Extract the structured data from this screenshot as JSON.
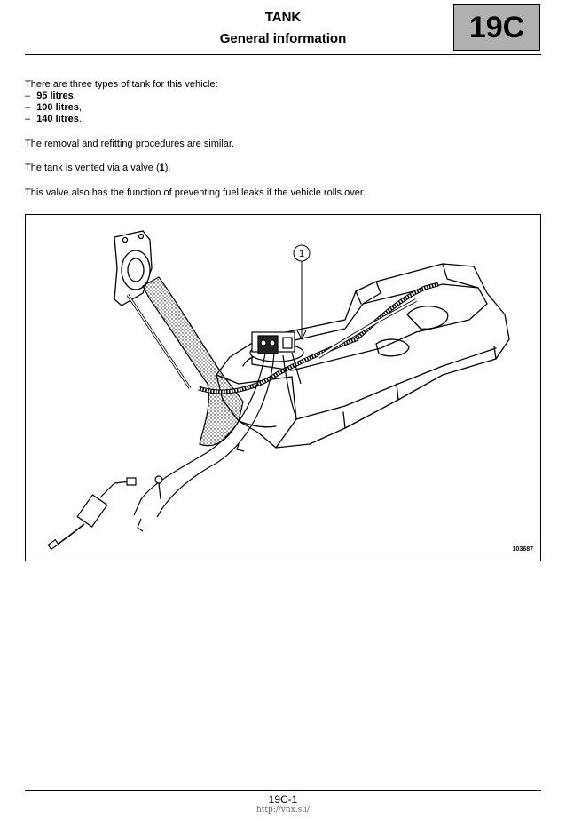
{
  "header": {
    "title": "TANK",
    "subtitle": "General information",
    "section_code": "19C"
  },
  "body": {
    "intro": "There are three types of tank for this vehicle:",
    "tank_types": [
      {
        "dash": "–",
        "value": "95 litres",
        "suffix": ","
      },
      {
        "dash": "–",
        "value": "100 litres",
        "suffix": ","
      },
      {
        "dash": "–",
        "value": "140 litres",
        "suffix": "."
      }
    ],
    "para_procedures": "The removal and refitting procedures are similar.",
    "para_vent": {
      "before": "The tank is vented via a valve (",
      "ref": "1",
      "after": ")."
    },
    "para_valve": "This valve also has the function of preventing fuel leaks if the vehicle rolls over."
  },
  "figure": {
    "callout": "1",
    "reference": "103687"
  },
  "footer": {
    "page_number": "19C-1",
    "url": "http://vnx.su/"
  }
}
